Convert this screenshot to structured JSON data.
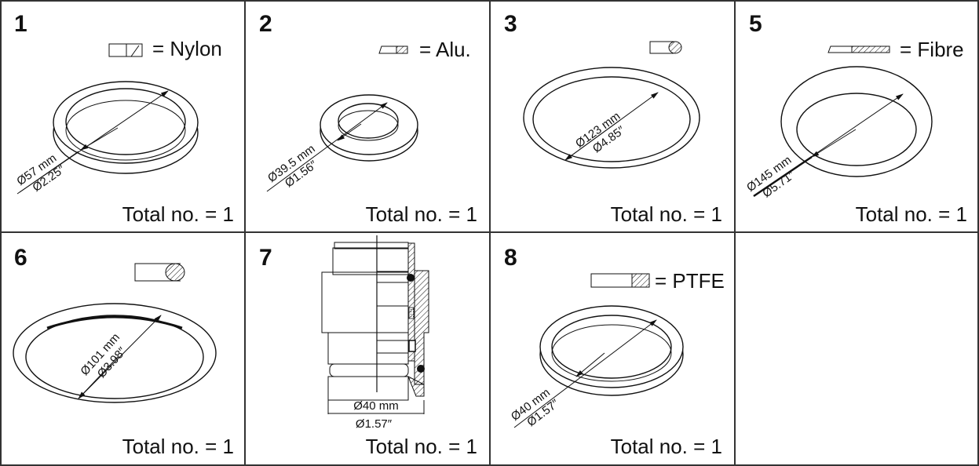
{
  "cells": [
    {
      "number": "1",
      "material": "= Nylon",
      "dim_mm": "Ø57 mm",
      "dim_in": "Ø2.25″",
      "total": "Total no. = 1"
    },
    {
      "number": "2",
      "material": "= Alu.",
      "dim_mm": "Ø39.5 mm",
      "dim_in": "Ø1.56″",
      "total": "Total no. = 1"
    },
    {
      "number": "3",
      "dim_mm": "Ø123 mm",
      "dim_in": "Ø4.85″",
      "total": "Total no. = 1"
    },
    {
      "number": "5",
      "material": "= Fibre",
      "dim_mm": "Ø145 mm",
      "dim_in": "Ø5.71″",
      "total": "Total no. = 1"
    },
    {
      "number": "6",
      "dim_mm": "Ø101 mm",
      "dim_in": "Ø3.98″",
      "total": "Total no. = 1"
    },
    {
      "number": "7",
      "dim_mm": "Ø40 mm",
      "dim_in": "Ø1.57″",
      "total": "Total no. = 1"
    },
    {
      "number": "8",
      "material": "= PTFE",
      "dim_mm": "Ø40 mm",
      "dim_in": "Ø1.57″",
      "total": "Total no. = 1"
    }
  ]
}
